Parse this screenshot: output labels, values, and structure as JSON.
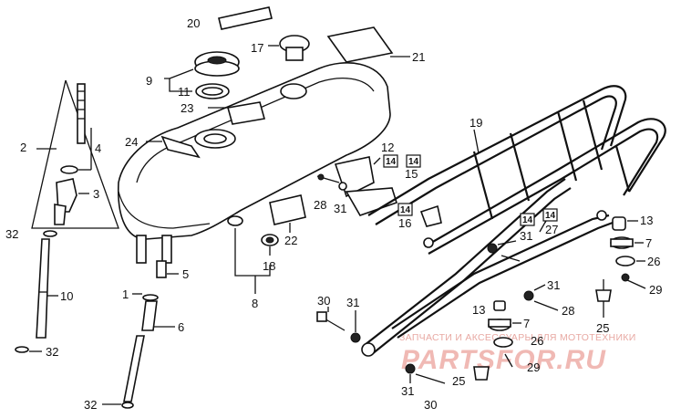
{
  "callouts": {
    "c1": "1",
    "c2": "2",
    "c3": "3",
    "c4": "4",
    "c5": "5",
    "c6": "6",
    "c7a": "7",
    "c7b": "7",
    "c8": "8",
    "c9": "9",
    "c10": "10",
    "c11": "11",
    "c12": "12",
    "c13a": "13",
    "c13b": "13",
    "c15": "15",
    "c16": "16",
    "c17": "17",
    "c18": "18",
    "c19": "19",
    "c20": "20",
    "c21": "21",
    "c22": "22",
    "c23": "23",
    "c24": "24",
    "c25a": "25",
    "c25b": "25",
    "c26a": "26",
    "c26b": "26",
    "c27": "27",
    "c28a": "28",
    "c28b": "28",
    "c29a": "29",
    "c29b": "29",
    "c30a": "30",
    "c30b": "30",
    "c31a": "31",
    "c31b": "31",
    "c31c": "31",
    "c31d": "31",
    "c31e": "31",
    "c32a": "32",
    "c32b": "32",
    "c32c": "32"
  },
  "boxed": {
    "b14a": "14",
    "b14b": "14",
    "b14c": "14",
    "b14d": "14",
    "b14e": "14"
  },
  "watermark": {
    "top": "ЗАПЧАСТИ И АКСЕССУАРЫ ДЛЯ МОТОТЕХНИКИ",
    "brand": "PARTSFOR.RU",
    "color": "#f0b9b4"
  }
}
